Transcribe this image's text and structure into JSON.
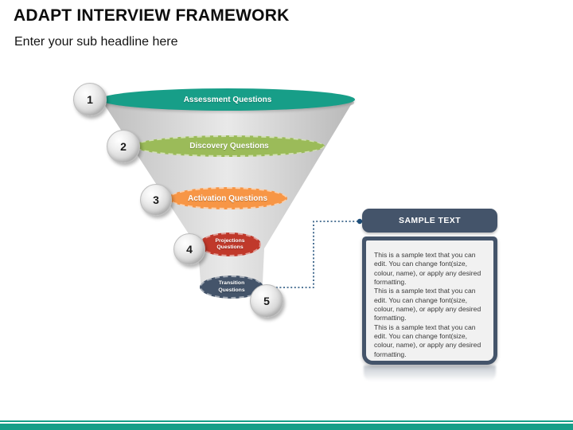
{
  "slide": {
    "title": "ADAPT INTERVIEW FRAMEWORK",
    "subtitle": "Enter your sub headline here"
  },
  "funnel": {
    "levels": [
      {
        "num": "1",
        "label": "Assessment Questions",
        "color": "#179E88"
      },
      {
        "num": "2",
        "label": "Discovery Questions",
        "color": "#9BBB59"
      },
      {
        "num": "3",
        "label": "Activation Questions",
        "color": "#F79646"
      },
      {
        "num": "4",
        "label": "Projections Questions",
        "color": "#C0392B"
      },
      {
        "num": "5",
        "label": "Transition Questions",
        "color": "#44546A"
      }
    ],
    "cone_color": "#C9C9C9"
  },
  "callout": {
    "header": "SAMPLE TEXT",
    "header_color": "#44546A",
    "connector_color": "#1F4E79",
    "paragraphs": [
      "This is a sample text that you can edit. You can change font(size, colour, name), or apply any desired formatting.",
      "This is a sample text that you can edit. You can change font(size, colour, name), or apply any desired formatting.",
      "This is a sample text that you can edit. You can change font(size, colour, name), or apply any desired formatting."
    ]
  },
  "footer": {
    "accent_color": "#179E88"
  }
}
